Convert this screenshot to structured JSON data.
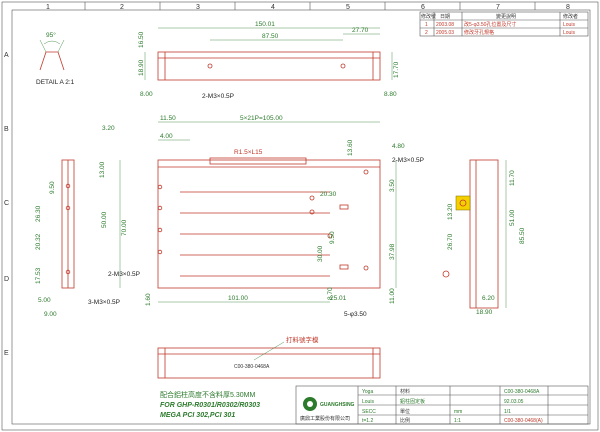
{
  "grid": {
    "columns": [
      "1",
      "2",
      "3",
      "4",
      "5",
      "6",
      "7",
      "8"
    ],
    "rows": [
      "A",
      "B",
      "C",
      "D",
      "E"
    ]
  },
  "detail": {
    "label": "DETAIL A 2:1",
    "angle": "95°"
  },
  "top_view": {
    "dims": [
      "150.01",
      "87.50",
      "27.70",
      "18.90",
      "17.70",
      "16.50",
      "8.00",
      "8.80"
    ],
    "hole_callout": "2-M3×0.5P"
  },
  "front_view": {
    "dims_top": [
      "11.50",
      "5×21P=105.00",
      "4.00",
      "3.20",
      "4.80",
      "13.60",
      "20.30",
      "3.50"
    ],
    "slot": "R1.5×L15",
    "hole_callout_right": "2-M3×0.5P",
    "hole_callout_left": "2-M3×0.5P",
    "hole_callout_left_lower": "3-M3×0.5P",
    "hole_callout_bottom": "5-φ3.50",
    "dims_left": [
      "13.00",
      "9.50",
      "26.30",
      "20.32",
      "17.53",
      "50.00",
      "70.00",
      "5.00",
      "9.00"
    ],
    "dims_bottom": [
      "101.00",
      "25.01",
      "1.60",
      "11.00",
      "8.70"
    ],
    "dims_inner": [
      "9.50",
      "30.00",
      "37.98"
    ]
  },
  "side_view": {
    "dims": [
      "11.70",
      "85.50",
      "51.00",
      "26.70",
      "13.20",
      "6.20",
      "18.90"
    ]
  },
  "bottom_view": {
    "label_callout": "打料號字模",
    "part_mark": "C00-380-0468A"
  },
  "notes": {
    "line1": "配合鋁柱高度不含料厚5.30MM",
    "line2": "FOR GHP-R0301/R0302/R0303",
    "line3": "MEGA PCI 302,PCI 301"
  },
  "revision_table": {
    "headers": [
      "修改號",
      "日期",
      "變更說明",
      "修改者"
    ],
    "rows": [
      [
        "1",
        "2003.08",
        "改5-φ3.50孔位置及尺寸",
        "Louis"
      ],
      [
        "2",
        "2005.03",
        "修改牙孔規格",
        "Louis"
      ]
    ]
  },
  "title_block": {
    "company": "廣鼎工業股份有限公司",
    "logo_text": "GUANGHSING",
    "designer": "Yoga",
    "checker": "Louis",
    "approver": "SECC",
    "thickness": "t=1.2",
    "part_name": "鋁柱固定板",
    "unit": "mm",
    "scale": "1:1",
    "part_no": "C00-380-0468A",
    "date": "92.03.05",
    "sheet": "1/1",
    "drawing_no": "C00-380-0468(A)",
    "material_label": "材料",
    "scale_label": "比例",
    "unit_label": "單位"
  },
  "colors": {
    "part": "#c0392b",
    "dimension": "#2c7a2c",
    "frame": "#555555",
    "highlight": "#f5d000"
  }
}
